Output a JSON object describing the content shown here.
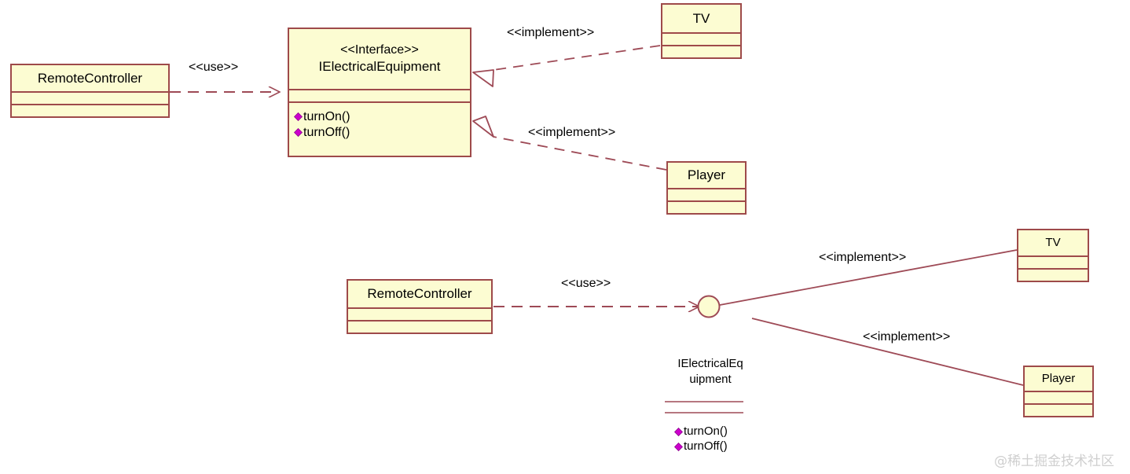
{
  "diagram": {
    "title": "UML interface notation comparison",
    "colors": {
      "box_fill": "#fcfcd2",
      "box_border": "#9e4a4a",
      "line": "#9e4a56",
      "operation_marker": "#cc00cc",
      "text": "#000000",
      "watermark": "#cfcfcf",
      "background": "#ffffff"
    }
  },
  "top_diagram": {
    "classes": {
      "remote_controller": {
        "name": "RemoteController"
      },
      "interface": {
        "stereotype": "<<Interface>>",
        "name": "IElectricalEquipment",
        "operations": [
          {
            "marker": "diamond-icon",
            "label": "turnOn()"
          },
          {
            "marker": "diamond-icon",
            "label": "turnOff()"
          }
        ]
      },
      "tv": {
        "name": "TV"
      },
      "player": {
        "name": "Player"
      }
    },
    "edges": {
      "use": {
        "label": "<<use>>",
        "style": "dashed-open-arrow"
      },
      "implement_tv": {
        "label": "<<implement>>",
        "style": "dashed-hollow-triangle"
      },
      "implement_player": {
        "label": "<<implement>>",
        "style": "dashed-hollow-triangle"
      }
    }
  },
  "bottom_diagram": {
    "classes": {
      "remote_controller": {
        "name": "RemoteController"
      },
      "tv": {
        "name": "TV"
      },
      "player": {
        "name": "Player"
      }
    },
    "lollipop": {
      "shape": "ball-interface-icon",
      "name_line1": "IElectricalEq",
      "name_line2": "uipment",
      "operations": [
        {
          "marker": "diamond-icon",
          "label": "turnOn()"
        },
        {
          "marker": "diamond-icon",
          "label": "turnOff()"
        }
      ]
    },
    "edges": {
      "use": {
        "label": "<<use>>",
        "style": "dashed-open-arrow"
      },
      "implement_tv": {
        "label": "<<implement>>",
        "style": "solid-line"
      },
      "implement_player": {
        "label": "<<implement>>",
        "style": "solid-line"
      }
    }
  },
  "watermark": {
    "text": "@稀土掘金技术社区"
  }
}
